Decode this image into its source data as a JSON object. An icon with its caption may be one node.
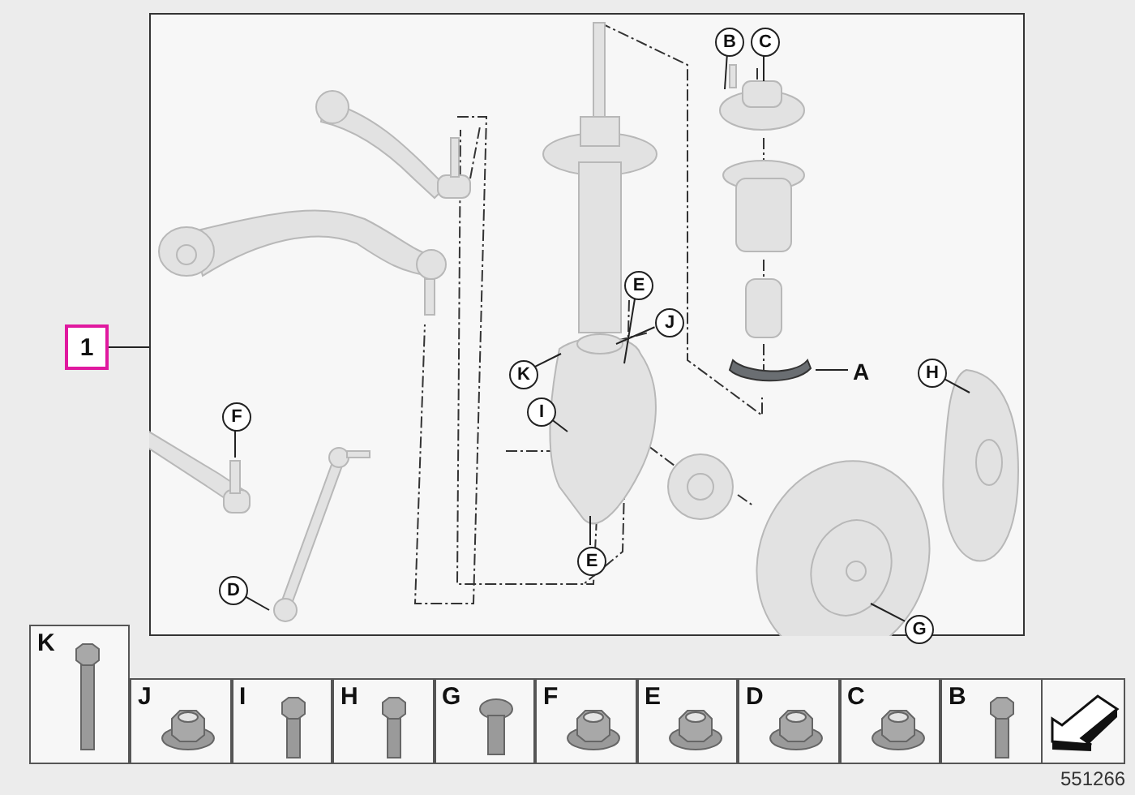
{
  "diagram": {
    "nodes": [
      {
        "text": [
          "1"
        ]
      },
      {
        "text": [],
        "shape": "box"
      },
      {
        "text": [
          "B"
        ],
        "in": 1
      },
      {
        "text": [
          "C"
        ],
        "in": 1
      },
      {
        "text": [
          "E"
        ],
        "in": 1
      },
      {
        "text": [
          "J"
        ],
        "in": 1
      },
      {
        "text": [
          "K"
        ],
        "in": 1
      },
      {
        "text": [
          "I"
        ],
        "in": 1
      },
      {
        "text": [
          "A"
        ],
        "in": 1
      },
      {
        "text": [
          "H"
        ],
        "in": 1
      },
      {
        "text": [
          "F"
        ],
        "in": 1
      },
      {
        "text": [
          "E"
        ],
        "in": 1
      },
      {
        "text": [
          "D"
        ],
        "in": 1
      },
      {
        "text": [
          "G"
        ],
        "in": 1
      }
    ],
    "edges": [
      {
        "from": 0,
        "to": 1,
        "arrow": "none"
      },
      {
        "from": 2,
        "to": null,
        "arrow": "none"
      },
      {
        "from": 3,
        "to": null,
        "arrow": "none"
      },
      {
        "from": 4,
        "to": null,
        "arrow": "none"
      },
      {
        "from": 5,
        "to": null,
        "arrow": "none"
      },
      {
        "from": 6,
        "to": null,
        "arrow": "none"
      },
      {
        "from": 7,
        "to": null,
        "arrow": "none"
      },
      {
        "from": 8,
        "to": null,
        "arrow": "none"
      },
      {
        "from": 9,
        "to": null,
        "arrow": "none"
      },
      {
        "from": 10,
        "to": null,
        "arrow": "none"
      },
      {
        "from": 11,
        "to": null,
        "arrow": "none"
      },
      {
        "from": 12,
        "to": null,
        "arrow": "none"
      },
      {
        "from": 13,
        "to": null,
        "arrow": "none"
      }
    ],
    "labels": [
      "K",
      "J",
      "I",
      "H",
      "G",
      "F",
      "E",
      "D",
      "C",
      "B",
      "551266"
    ]
  }
}
